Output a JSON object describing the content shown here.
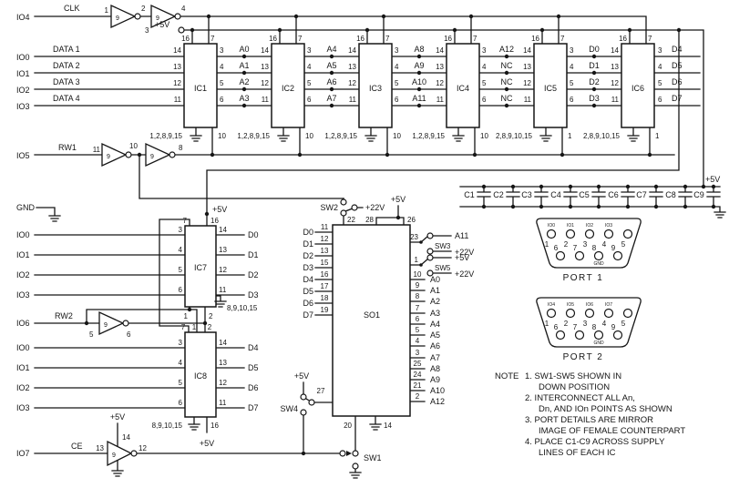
{
  "colors": {
    "ink": "#161616",
    "paper": "#ffffff"
  },
  "io": {
    "top": [
      "IO4",
      "IO0",
      "IO1",
      "IO2",
      "IO3",
      "IO5"
    ],
    "mid": [
      "GND",
      "IO0",
      "IO1",
      "IO2",
      "IO3",
      "IO6"
    ],
    "low": [
      "IO0",
      "IO1",
      "IO2",
      "IO3",
      "IO7"
    ]
  },
  "signals": {
    "clk": "CLK",
    "rw1": "RW1",
    "rw2": "RW2",
    "ce": "CE",
    "data": [
      "DATA 1",
      "DATA 2",
      "DATA 3",
      "DATA 4"
    ],
    "vcc": "+5V",
    "vpp": "+22V"
  },
  "gates": {
    "ic_ref": "9",
    "clk": {
      "in1": "1",
      "out1": "2",
      "in2": "3",
      "out2": "4"
    },
    "rw1": {
      "in1": "11",
      "out1": "10",
      "out2": "8"
    },
    "rw2": {
      "in": "5",
      "out": "6"
    },
    "ce": {
      "in": "13",
      "vcc": "14",
      "out": "12"
    }
  },
  "latches": {
    "left_pins": [
      "14",
      "13",
      "12",
      "11"
    ],
    "right_pins": [
      "3",
      "4",
      "5",
      "6"
    ],
    "top_pins": [
      "16",
      "7"
    ],
    "ics": [
      {
        "name": "IC1",
        "outs": [
          "A0",
          "A1",
          "A2",
          "A3"
        ],
        "gnd": "1,2,8,9,15",
        "strobe": "10"
      },
      {
        "name": "IC2",
        "outs": [
          "A4",
          "A5",
          "A6",
          "A7"
        ],
        "gnd": "1,2,8,9,15",
        "strobe": "10"
      },
      {
        "name": "IC3",
        "outs": [
          "A8",
          "A9",
          "A10",
          "A11"
        ],
        "gnd": "1,2,8,9,15",
        "strobe": "10"
      },
      {
        "name": "IC4",
        "outs": [
          "A12",
          "NC",
          "NC",
          "NC"
        ],
        "gnd": "1,2,8,9,15",
        "strobe": "10"
      },
      {
        "name": "IC5",
        "outs": [
          "D0",
          "D1",
          "D2",
          "D3"
        ],
        "gnd": "2,8,9,10,15",
        "strobe": "1"
      },
      {
        "name": "IC6",
        "outs": [
          "D4",
          "D5",
          "D6",
          "D7"
        ],
        "gnd": "2,8,9,10,15",
        "strobe": "1"
      }
    ]
  },
  "ic7": {
    "name": "IC7",
    "pin7": "7",
    "pin16": "16",
    "vcc": "+5V",
    "ins": [
      "3",
      "4",
      "5",
      "6"
    ],
    "outs": [
      "14",
      "13",
      "12",
      "11"
    ],
    "d": [
      "D0",
      "D1",
      "D2",
      "D3"
    ],
    "pin1": "1",
    "pin2": "2",
    "gnd": "8,9,10,15"
  },
  "ic8": {
    "name": "IC8",
    "pin7": "7",
    "pin1": "1",
    "pin2": "2",
    "ins": [
      "3",
      "4",
      "5",
      "6"
    ],
    "outs": [
      "14",
      "13",
      "12",
      "11"
    ],
    "d": [
      "D4",
      "D5",
      "D6",
      "D7"
    ],
    "gnd": "8,9,10,15",
    "pin16": "16",
    "vcc": "+5V"
  },
  "so1": {
    "name": "SO1",
    "left": [
      {
        "sig": "D0",
        "pin": "11"
      },
      {
        "sig": "D1",
        "pin": "12"
      },
      {
        "sig": "D2",
        "pin": "13"
      },
      {
        "sig": "D3",
        "pin": "15"
      },
      {
        "sig": "D4",
        "pin": "16"
      },
      {
        "sig": "D5",
        "pin": "17"
      },
      {
        "sig": "D6",
        "pin": "18"
      },
      {
        "sig": "D7",
        "pin": "19"
      }
    ],
    "top": {
      "sw": "SW2",
      "alt": "+22V",
      "pin22": "22",
      "pin28": "28",
      "pin26": "26",
      "vcc": "+5V"
    },
    "sw3": {
      "pin": "23",
      "label": "SW3",
      "up": "A11",
      "down": "+22V"
    },
    "sw5": {
      "pin": "1",
      "label": "SW5",
      "up": "+5V",
      "down": "+22V"
    },
    "addr": [
      {
        "pin": "10",
        "sig": "A0"
      },
      {
        "pin": "9",
        "sig": "A1"
      },
      {
        "pin": "8",
        "sig": "A2"
      },
      {
        "pin": "7",
        "sig": "A3"
      },
      {
        "pin": "6",
        "sig": "A4"
      },
      {
        "pin": "5",
        "sig": "A5"
      },
      {
        "pin": "4",
        "sig": "A6"
      },
      {
        "pin": "3",
        "sig": "A7"
      },
      {
        "pin": "25",
        "sig": "A8"
      },
      {
        "pin": "24",
        "sig": "A9"
      },
      {
        "pin": "21",
        "sig": "A10"
      },
      {
        "pin": "2",
        "sig": "A12"
      }
    ],
    "pin20": "20",
    "pin14": "14",
    "pin27": "27",
    "sw4": {
      "label": "SW4",
      "vcc": "+5V"
    },
    "sw1": {
      "label": "SW1"
    }
  },
  "caps": {
    "labels": [
      "C1",
      "C2",
      "C3",
      "C4",
      "C5",
      "C6",
      "C7",
      "C8",
      "C9"
    ],
    "vcc": "+5V"
  },
  "port1": {
    "title": "PORT 1",
    "pins_top": [
      "1",
      "2",
      "3",
      "4",
      "5"
    ],
    "pins_bottom": [
      "6",
      "7",
      "8",
      "9"
    ],
    "tiny": [
      "IO0",
      "IO1",
      "IO2",
      "IO3"
    ],
    "gnd": "GND"
  },
  "port2": {
    "title": "PORT 2",
    "pins_top": [
      "1",
      "2",
      "3",
      "4",
      "5"
    ],
    "pins_bottom": [
      "6",
      "7",
      "8",
      "9"
    ],
    "tiny": [
      "IO4",
      "IO5",
      "IO6",
      "IO7"
    ],
    "gnd": "GND"
  },
  "note": {
    "heading": "NOTE",
    "lines": [
      "1. SW1-SW5 SHOWN IN",
      "DOWN POSITION",
      "2. INTERCONNECT ALL An,",
      "Dn, AND IOn POINTS AS SHOWN",
      "3. PORT DETAILS ARE MIRROR",
      "IMAGE OF FEMALE COUNTERPART",
      "4. PLACE C1-C9 ACROSS SUPPLY",
      "LINES OF EACH IC"
    ]
  }
}
